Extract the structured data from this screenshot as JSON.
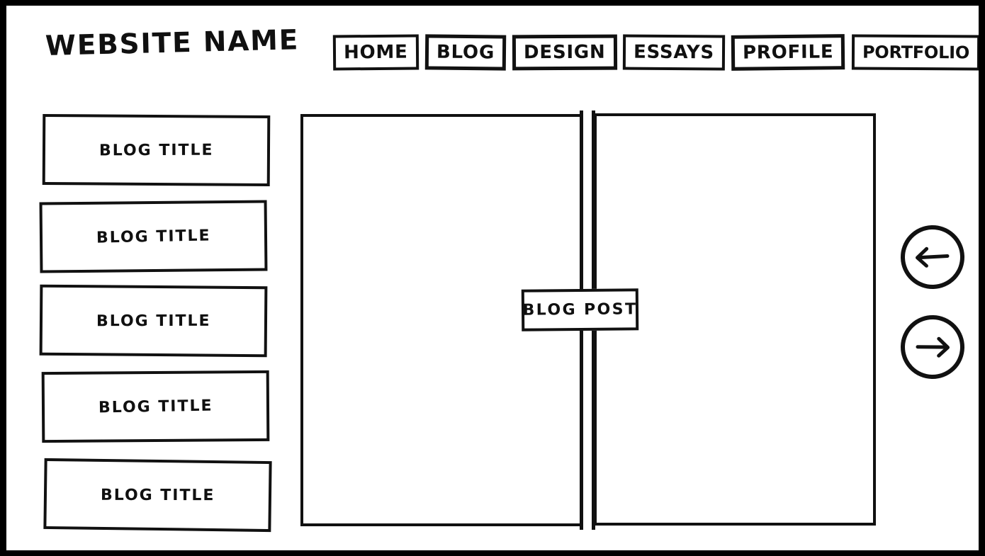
{
  "page": {
    "kind": "wireframe-mockup",
    "frame_color": "#000000",
    "canvas_color": "#ffffff",
    "ink_color": "#111111"
  },
  "header": {
    "title": "WEBSITE NAME",
    "nav": {
      "items": [
        {
          "label": "HOME"
        },
        {
          "label": "BLOG"
        },
        {
          "label": "DESIGN"
        },
        {
          "label": "ESSAYS"
        },
        {
          "label": "PROFILE"
        },
        {
          "label": "PORTFOLIO"
        }
      ]
    }
  },
  "sidebar": {
    "items": [
      {
        "label": "BLOG TITLE"
      },
      {
        "label": "BLOG TITLE"
      },
      {
        "label": "BLOG TITLE"
      },
      {
        "label": "BLOG TITLE"
      },
      {
        "label": "BLOG TITLE"
      }
    ]
  },
  "main": {
    "spread": {
      "left_page": "",
      "right_page": ""
    },
    "callout": {
      "label": "BLOG POST"
    }
  },
  "pager": {
    "prev": {
      "icon": "arrow-left-icon",
      "label": ""
    },
    "next": {
      "icon": "arrow-right-icon",
      "label": ""
    }
  }
}
